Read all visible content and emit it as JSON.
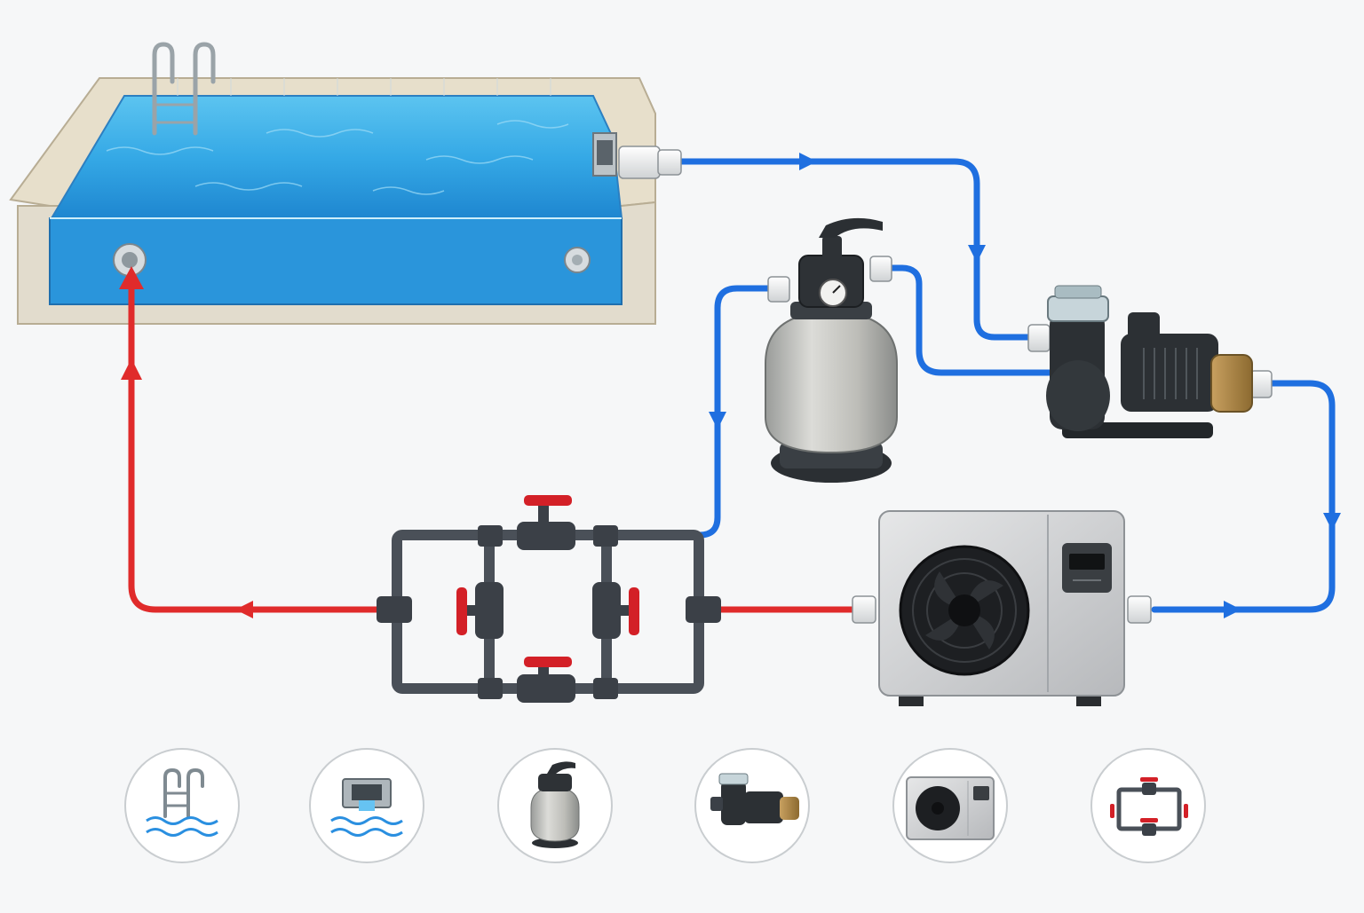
{
  "diagram": {
    "components": [
      {
        "id": "pool",
        "icon": "pool-ladder-icon"
      },
      {
        "id": "skimmer",
        "icon": "skimmer-icon"
      },
      {
        "id": "sand-filter",
        "icon": "sand-filter-icon"
      },
      {
        "id": "pump",
        "icon": "pump-icon"
      },
      {
        "id": "heat-pump",
        "icon": "heat-pump-icon"
      },
      {
        "id": "bypass-valves",
        "icon": "bypass-valve-icon"
      }
    ],
    "flows": [
      {
        "from": "skimmer",
        "to": "pump",
        "water": "cold"
      },
      {
        "from": "pump",
        "to": "heat-pump",
        "water": "cold"
      },
      {
        "from": "pump",
        "to": "sand-filter",
        "water": "cold"
      },
      {
        "from": "sand-filter",
        "to": "bypass-valves",
        "water": "cold"
      },
      {
        "from": "heat-pump",
        "to": "bypass-valves",
        "water": "hot"
      },
      {
        "from": "bypass-valves",
        "to": "pool",
        "water": "hot"
      }
    ],
    "colors": {
      "cold_pipe": "#1f6fe0",
      "hot_pipe": "#e02b2b",
      "water": "#35a9e6",
      "pvc_pipe": "#4a5058",
      "valve_handle": "#d32027",
      "background": "#f6f7f8"
    }
  }
}
